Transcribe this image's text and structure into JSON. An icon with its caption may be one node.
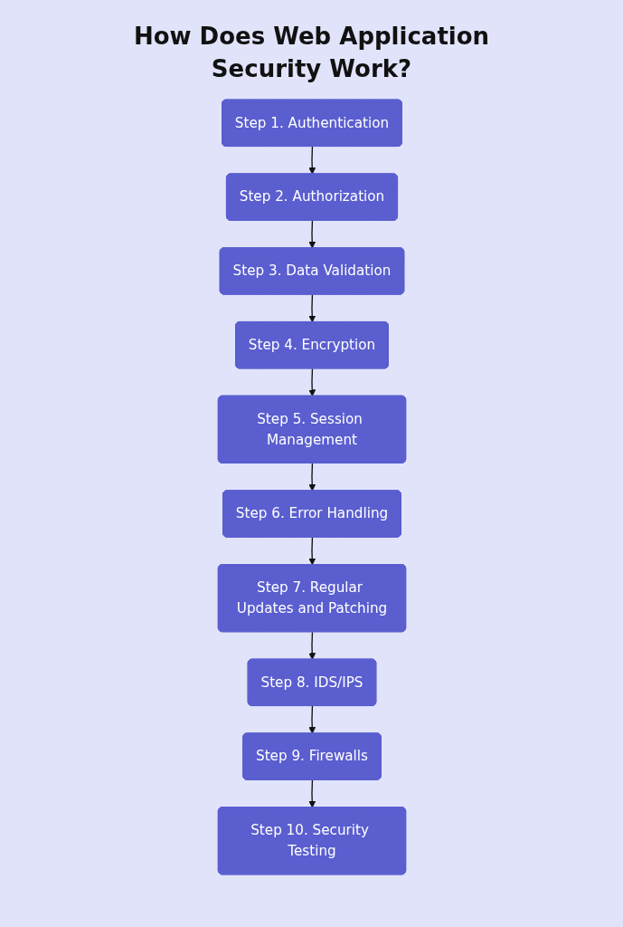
{
  "diagram": {
    "title": "How Does Web Application Security Work?",
    "nodes": [
      {
        "text": [
          "Step 1. Authentication"
        ]
      },
      {
        "text": [
          "Step 2. Authorization"
        ]
      },
      {
        "text": [
          "Step 3. Data Validation"
        ]
      },
      {
        "text": [
          "Step 4. Encryption"
        ]
      },
      {
        "text": [
          "Step 5. Session Management"
        ]
      },
      {
        "text": [
          "Step 6. Error Handling"
        ]
      },
      {
        "text": [
          "Step 7. Regular Updates and Patching"
        ]
      },
      {
        "text": [
          "Step 8. IDS/IPS"
        ]
      },
      {
        "text": [
          "Step 9. Firewalls"
        ]
      },
      {
        "text": [
          "Step 10. Security Testing"
        ]
      }
    ],
    "edges": [
      {
        "from": 0,
        "to": 1,
        "arrow": "to"
      },
      {
        "from": 1,
        "to": 2,
        "arrow": "to"
      },
      {
        "from": 2,
        "to": 3,
        "arrow": "to"
      },
      {
        "from": 3,
        "to": 4,
        "arrow": "to"
      },
      {
        "from": 4,
        "to": 5,
        "arrow": "to"
      },
      {
        "from": 5,
        "to": 6,
        "arrow": "to"
      },
      {
        "from": 6,
        "to": 7,
        "arrow": "to"
      },
      {
        "from": 7,
        "to": 8,
        "arrow": "to"
      },
      {
        "from": 8,
        "to": 9,
        "arrow": "to"
      }
    ]
  }
}
